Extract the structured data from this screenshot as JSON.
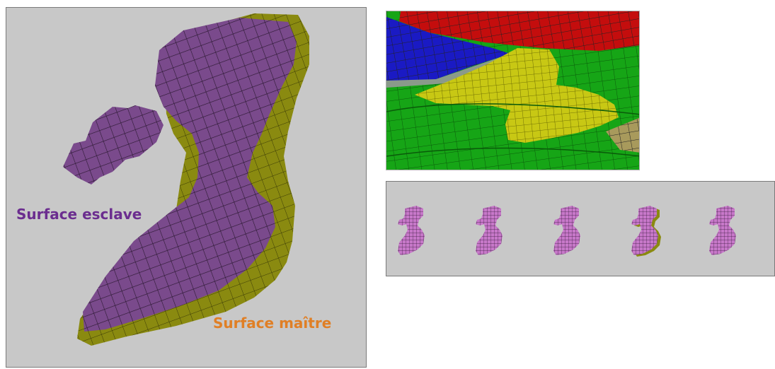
{
  "labels": {
    "slave_surface": "Surface esclave",
    "master_surface": "Surface maître"
  },
  "colors": {
    "slave": "#7a4a8c",
    "slave_light": "#c778c9",
    "master": "#8a8a10",
    "label_slave": "#6b2d8f",
    "label_master": "#e07f25",
    "panel_bg": "#c8c8c8",
    "mesh_green": "#16a516",
    "mesh_yellow": "#c8c814",
    "mesh_red": "#c40d0d",
    "mesh_blue": "#1a1ac4",
    "mesh_tan": "#a89a5c"
  },
  "sequence_frame_count": 5
}
